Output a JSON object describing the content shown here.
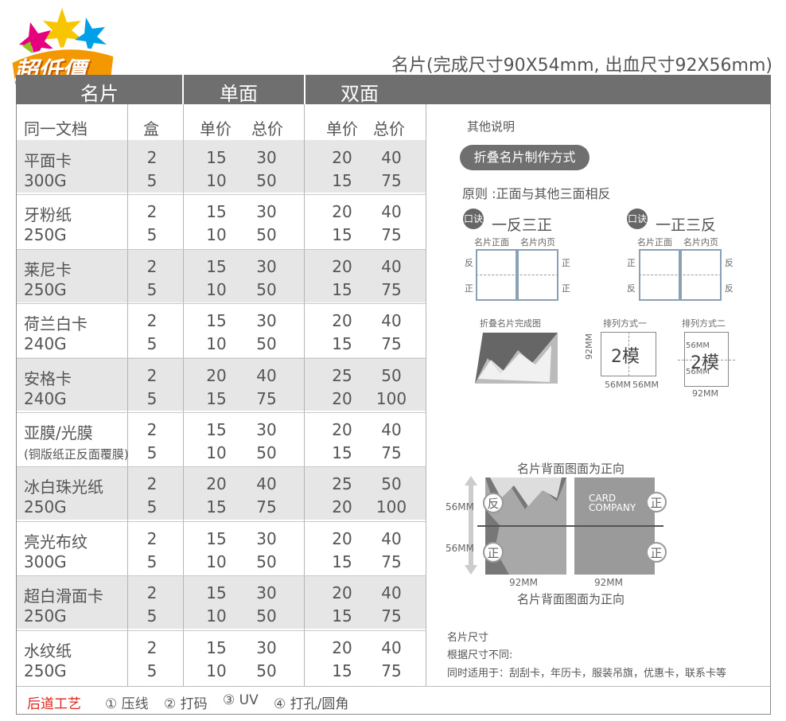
{
  "logo": {
    "text": "超低價"
  },
  "title": "名片(完成尺寸90X54mm, 出血尺寸92X56mm)",
  "headers": {
    "name": "名片",
    "single": "单面",
    "double": "双面"
  },
  "subheaders": {
    "doc": "同一文档",
    "box": "盒",
    "unit": "单价",
    "total": "总价",
    "unit2": "单价",
    "total2": "总价"
  },
  "rows": [
    {
      "name1": "平面卡",
      "name2": "300G",
      "b1": "2",
      "b2": "5",
      "s1": "15",
      "st1": "30",
      "s2": "10",
      "st2": "50",
      "d1": "20",
      "dt1": "40",
      "d2": "15",
      "dt2": "75"
    },
    {
      "name1": "牙粉纸",
      "name2": "250G",
      "b1": "2",
      "b2": "5",
      "s1": "15",
      "st1": "30",
      "s2": "10",
      "st2": "50",
      "d1": "20",
      "dt1": "40",
      "d2": "15",
      "dt2": "75"
    },
    {
      "name1": "莱尼卡",
      "name2": "250G",
      "b1": "2",
      "b2": "5",
      "s1": "15",
      "st1": "30",
      "s2": "10",
      "st2": "50",
      "d1": "20",
      "dt1": "40",
      "d2": "15",
      "dt2": "75"
    },
    {
      "name1": "荷兰白卡",
      "name2": "240G",
      "b1": "2",
      "b2": "5",
      "s1": "15",
      "st1": "30",
      "s2": "10",
      "st2": "50",
      "d1": "20",
      "dt1": "40",
      "d2": "15",
      "dt2": "75"
    },
    {
      "name1": "安格卡",
      "name2": "240G",
      "b1": "2",
      "b2": "5",
      "s1": "20",
      "st1": "40",
      "s2": "15",
      "st2": "75",
      "d1": "25",
      "dt1": "50",
      "d2": "20",
      "dt2": "100"
    },
    {
      "name1": "亚膜/光膜",
      "name2": "(铜版纸正反面覆膜)",
      "b1": "2",
      "b2": "5",
      "s1": "15",
      "st1": "30",
      "s2": "10",
      "st2": "50",
      "d1": "20",
      "dt1": "40",
      "d2": "15",
      "dt2": "75"
    },
    {
      "name1": "冰白珠光纸",
      "name2": "250G",
      "b1": "2",
      "b2": "5",
      "s1": "20",
      "st1": "40",
      "s2": "15",
      "st2": "75",
      "d1": "25",
      "dt1": "50",
      "d2": "20",
      "dt2": "100"
    },
    {
      "name1": "亮光布纹",
      "name2": "300G",
      "b1": "2",
      "b2": "5",
      "s1": "15",
      "st1": "30",
      "s2": "10",
      "st2": "50",
      "d1": "20",
      "dt1": "40",
      "d2": "15",
      "dt2": "75"
    },
    {
      "name1": "超白滑面卡",
      "name2": "250G",
      "b1": "2",
      "b2": "5",
      "s1": "15",
      "st1": "30",
      "s2": "10",
      "st2": "50",
      "d1": "20",
      "dt1": "40",
      "d2": "15",
      "dt2": "75"
    },
    {
      "name1": "水纹纸",
      "name2": "250G",
      "b1": "2",
      "b2": "5",
      "s1": "15",
      "st1": "30",
      "s2": "10",
      "st2": "50",
      "d1": "20",
      "dt1": "40",
      "d2": "15",
      "dt2": "75"
    }
  ],
  "footer": {
    "label": "后道工艺",
    "items": [
      "① 压线",
      "② 打码",
      "③ UV",
      "④ 打孔/圆角"
    ]
  },
  "notes": {
    "other": "其他说明",
    "pill": "折叠名片制作方式",
    "principle": "原则 :正面与其他三面相反",
    "badge": "口诀",
    "rule1": "一反三正",
    "rule2": "一正三反",
    "front_label": "名片正面",
    "inner_label": "名片内页",
    "fan": "反",
    "zheng": "正",
    "fold_done": "折叠名片完成图",
    "arr1": "排列方式一",
    "arr2": "排列方式二",
    "two_mold": "2模",
    "mm92": "92MM",
    "mm56": "56MM",
    "back_dir": "名片背面图面为正向",
    "card_line1": "CARD",
    "card_line2": "COMPANY",
    "size_title": "名片尺寸",
    "size_diff": "根据尺寸不同:",
    "size_apply": "同时适用于：刮刮卡，年历卡，服装吊旗，优惠卡，联系卡等"
  }
}
